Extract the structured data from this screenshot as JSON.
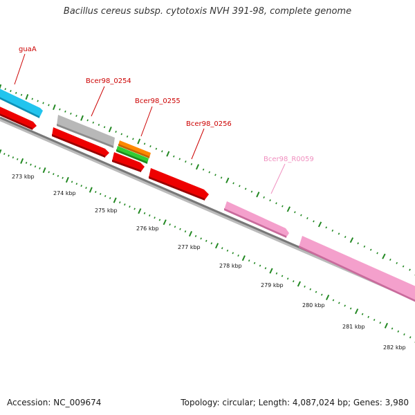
{
  "title": "Bacillus cereus subsp. cytotoxis NVH 391-98, complete genome",
  "footer": {
    "accession": "Accession: NC_009674",
    "topology": "Topology: circular; Length: 4,087,024 bp; Genes: 3,980"
  },
  "ticks": [
    "273 kbp",
    "274 kbp",
    "275 kbp",
    "276 kbp",
    "277 kbp",
    "278 kbp",
    "279 kbp",
    "280 kbp",
    "281 kbp",
    "282 kbp"
  ],
  "genes": [
    {
      "label": "guaA",
      "color": "#cc0000"
    },
    {
      "label": "Bcer98_0254",
      "color": "#cc0000"
    },
    {
      "label": "Bcer98_0255",
      "color": "#cc0000"
    },
    {
      "label": "Bcer98_0256",
      "color": "#cc0000"
    },
    {
      "label": "Bcer98_R0059",
      "color": "#f08fbf"
    }
  ],
  "colors": {
    "cds": "#ee0000",
    "cds_shade": "#990000",
    "trna": "#f08fbf",
    "unknown": "#b8b8b8",
    "cyan": "#22c4ee",
    "orange": "#ff8800",
    "green": "#33cc33",
    "backbone": "#777777",
    "tick": "#228822"
  }
}
